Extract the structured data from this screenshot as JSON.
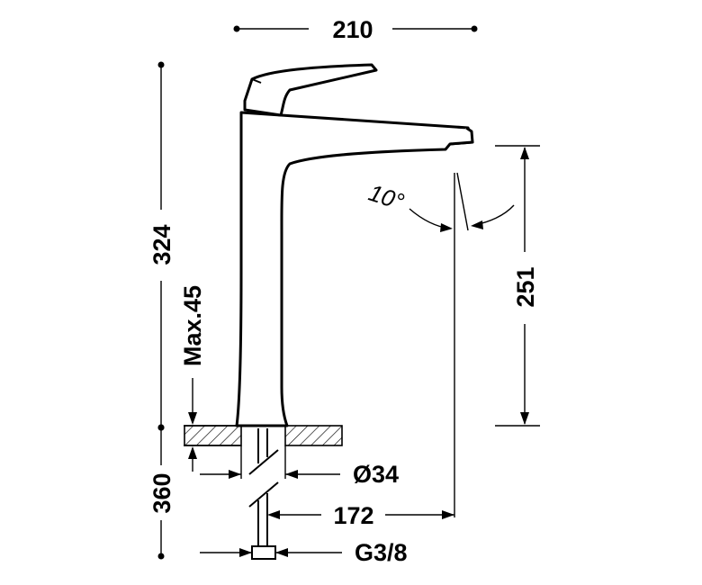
{
  "dimensions": {
    "overall_width": "210",
    "spout_height": "251",
    "body_height": "324",
    "max_deck_thickness": "Max.45",
    "hose_length": "360",
    "hole_diameter": "Ø34",
    "spout_reach": "172",
    "connection": "G3/8",
    "spout_angle": "10°"
  }
}
